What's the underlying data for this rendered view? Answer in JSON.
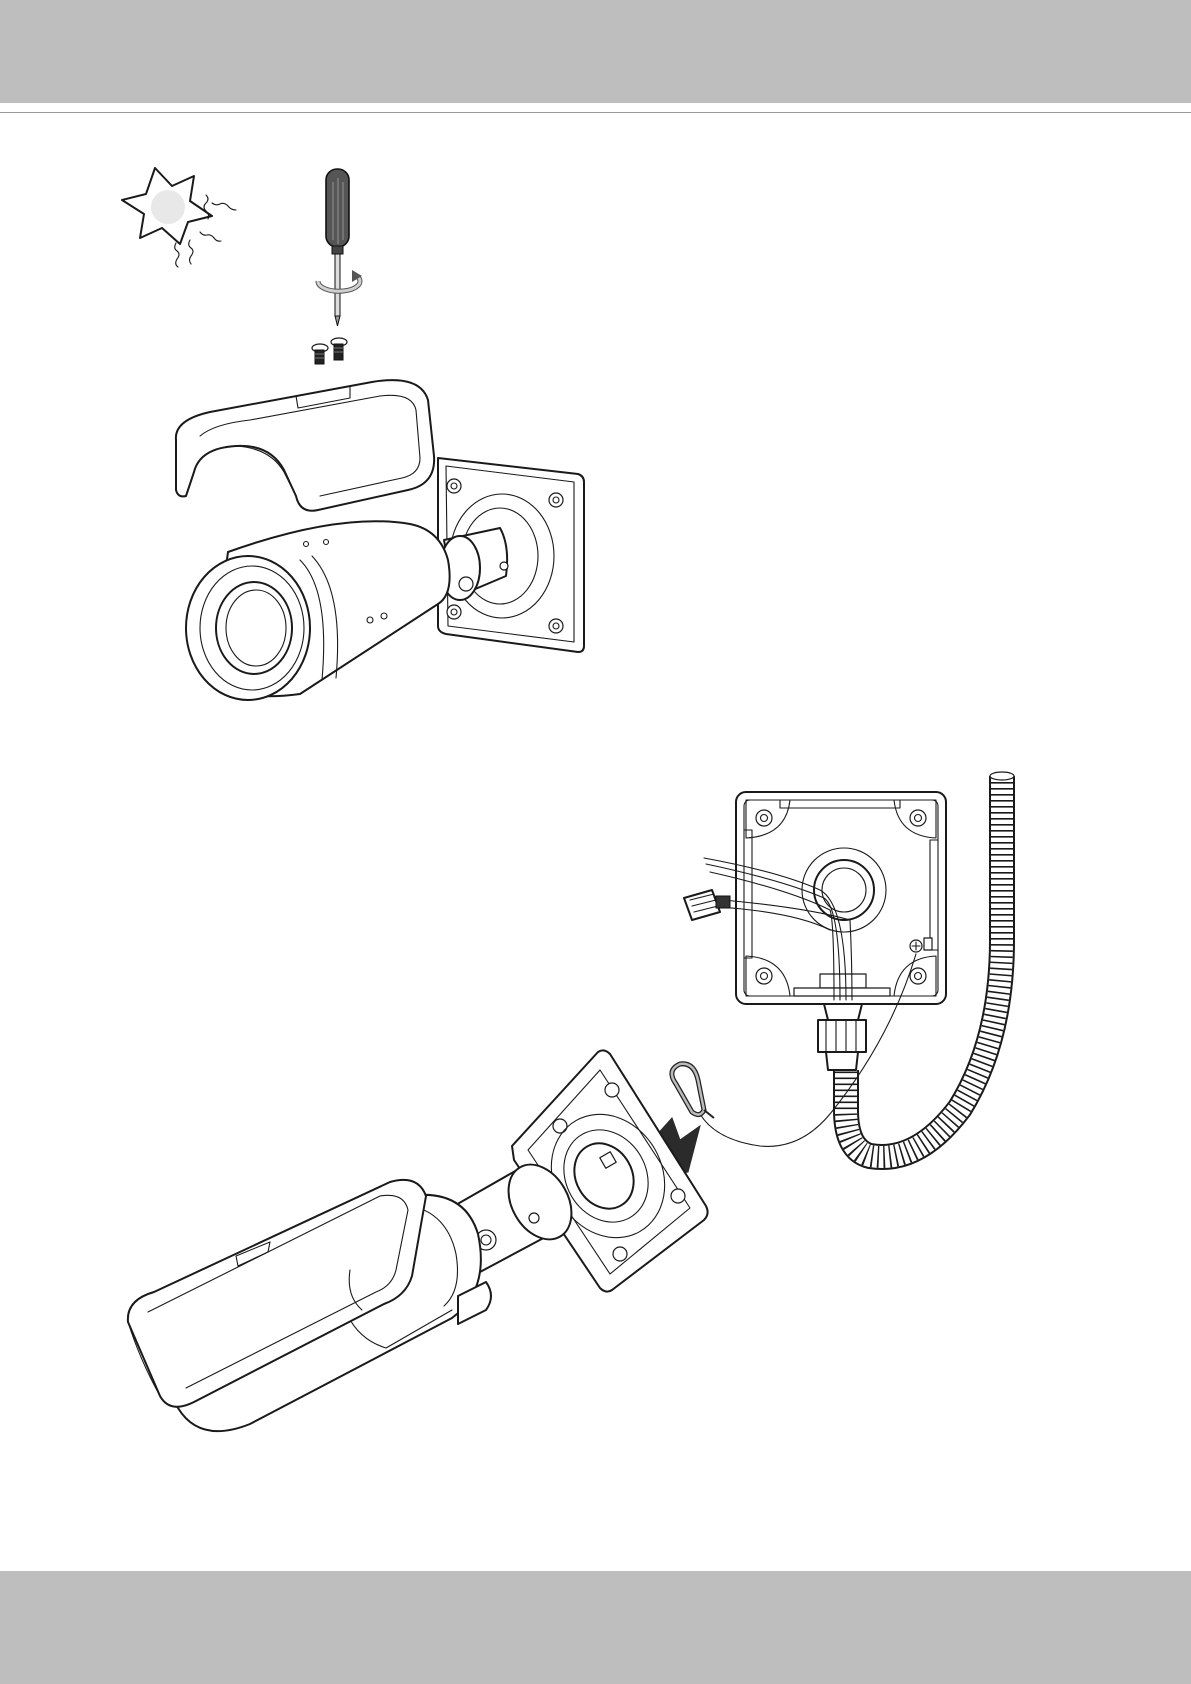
{
  "page": {
    "colors": {
      "band": "#bebebe",
      "rule": "#9a9a9a",
      "ink": "#1a1a1a",
      "arrow": "#2b2b2b"
    }
  },
  "figures": [
    {
      "icon": "sun-icon"
    },
    {
      "icon": "screwdriver-icon"
    },
    {
      "icon": "screws-icon"
    },
    {
      "icon": "camera-with-sunshield-illustration"
    },
    {
      "icon": "junction-box-illustration"
    },
    {
      "icon": "conduit-pipe-illustration"
    },
    {
      "icon": "safety-hook-icon"
    },
    {
      "icon": "direction-arrow-icon"
    },
    {
      "icon": "camera-on-mount-illustration"
    }
  ]
}
